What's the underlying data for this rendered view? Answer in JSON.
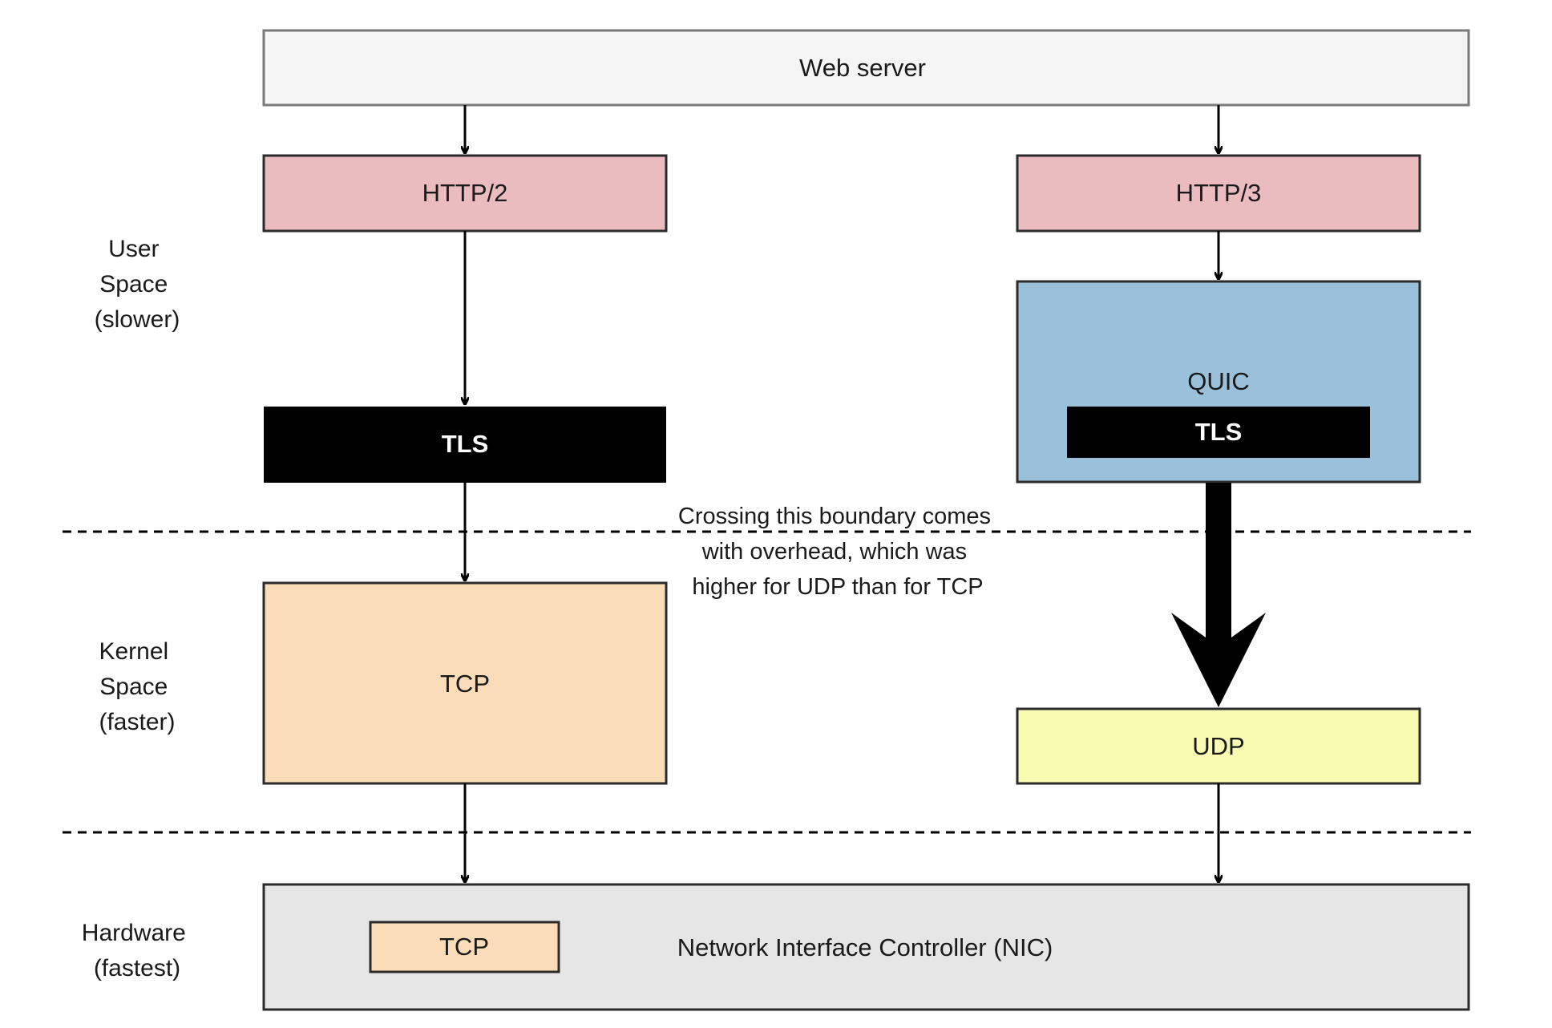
{
  "boxes": {
    "web_server": "Web server",
    "http2": "HTTP/2",
    "http3": "HTTP/3",
    "tls_left": "TLS",
    "quic": "QUIC",
    "tls_right": "TLS",
    "tcp": "TCP",
    "udp": "UDP",
    "nic": "Network Interface Controller (NIC)",
    "nic_tcp": "TCP"
  },
  "layers": {
    "user": [
      "User",
      "Space",
      "(slower)"
    ],
    "kernel": [
      "Kernel",
      "Space",
      "(faster)"
    ],
    "hardware": [
      "Hardware",
      "(fastest)"
    ]
  },
  "annotation": [
    "Crossing this boundary comes",
    "with overhead, which was",
    "higher for UDP than for TCP"
  ],
  "colors": {
    "web_server_fill": "#f5f5f5",
    "http_fill": "#ebbcbf",
    "tls_fill": "#000000",
    "quic_fill": "#9bc0d9",
    "tcp_fill": "#fbdcb9",
    "udp_fill": "#f9fbb2",
    "nic_fill": "#e6e6e6",
    "border": "#2b2b2b",
    "web_server_border": "#7a7a7a"
  }
}
